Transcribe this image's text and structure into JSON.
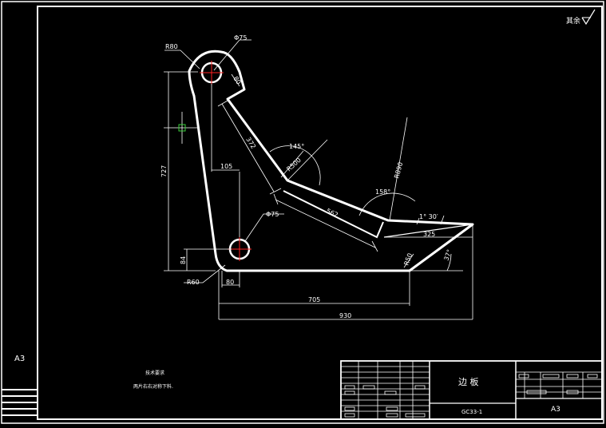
{
  "drawing": {
    "sheet_size_left": "A3",
    "sheet_size_titleblock": "A3",
    "roughness_note": "其余",
    "part_name": "边 板",
    "drawing_number": "GC33-1",
    "tech_requirements_title": "技术要求",
    "tech_requirements_text": "两片右右对称下料."
  },
  "dimensions": {
    "r80": "R80",
    "phi75_top": "Φ75",
    "phi75_bottom": "Φ75",
    "r60": "R60",
    "d727": "727",
    "d84": "84",
    "d105": "105",
    "d372": "372",
    "d80_top": "80",
    "d80_bottom": "80",
    "r500": "R500",
    "angle145": "145°",
    "d562": "562",
    "r890": "R890",
    "angle158": "158°",
    "angle1_30": "1° 30′",
    "d325": "325",
    "r50": "R50",
    "angle37": "37°",
    "d705": "705",
    "d930": "930"
  }
}
